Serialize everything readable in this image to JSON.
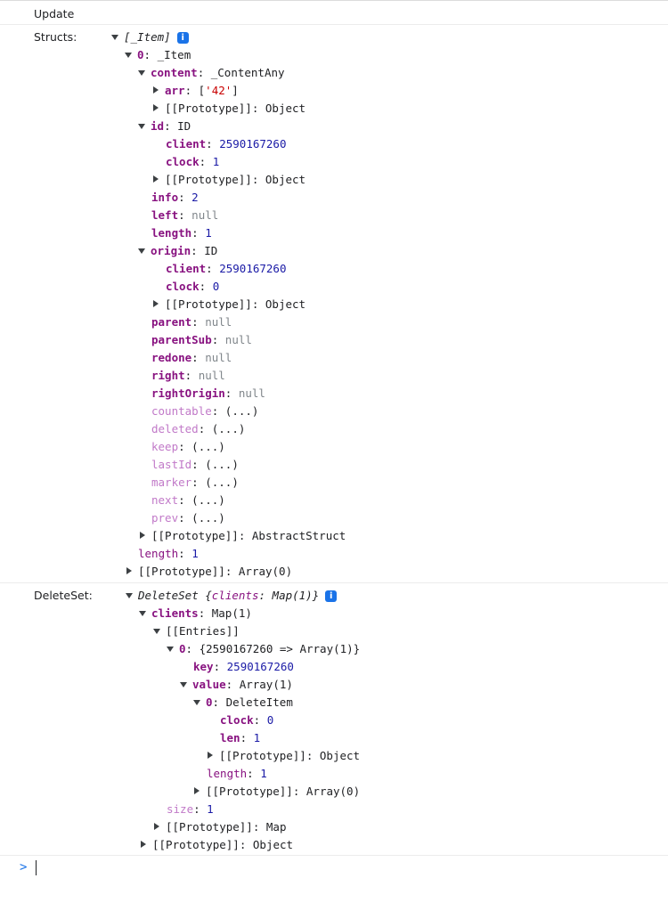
{
  "update_label": "Update",
  "structs": {
    "label": "Structs:",
    "summary": "[_Item]",
    "info_icon": "i",
    "item0": {
      "key": "0",
      "type": "_Item",
      "content": {
        "key": "content",
        "type": "_ContentAny",
        "arr": {
          "key": "arr",
          "open": "[",
          "value": "'42'",
          "close": "]"
        },
        "proto": {
          "key": "[[Prototype]]",
          "value": "Object"
        }
      },
      "id": {
        "key": "id",
        "type": "ID",
        "client": {
          "key": "client",
          "value": "2590167260"
        },
        "clock": {
          "key": "clock",
          "value": "1"
        },
        "proto": {
          "key": "[[Prototype]]",
          "value": "Object"
        }
      },
      "info": {
        "key": "info",
        "value": "2"
      },
      "left": {
        "key": "left",
        "value": "null"
      },
      "length": {
        "key": "length",
        "value": "1"
      },
      "origin": {
        "key": "origin",
        "type": "ID",
        "client": {
          "key": "client",
          "value": "2590167260"
        },
        "clock": {
          "key": "clock",
          "value": "0"
        },
        "proto": {
          "key": "[[Prototype]]",
          "value": "Object"
        }
      },
      "parent": {
        "key": "parent",
        "value": "null"
      },
      "parentSub": {
        "key": "parentSub",
        "value": "null"
      },
      "redone": {
        "key": "redone",
        "value": "null"
      },
      "right": {
        "key": "right",
        "value": "null"
      },
      "rightOrigin": {
        "key": "rightOrigin",
        "value": "null"
      },
      "countable": {
        "key": "countable",
        "value": "(...)"
      },
      "deleted": {
        "key": "deleted",
        "value": "(...)"
      },
      "keep": {
        "key": "keep",
        "value": "(...)"
      },
      "lastId": {
        "key": "lastId",
        "value": "(...)"
      },
      "marker": {
        "key": "marker",
        "value": "(...)"
      },
      "next": {
        "key": "next",
        "value": "(...)"
      },
      "prev": {
        "key": "prev",
        "value": "(...)"
      },
      "proto": {
        "key": "[[Prototype]]",
        "value": "AbstractStruct"
      }
    },
    "length": {
      "key": "length",
      "value": "1"
    },
    "proto": {
      "key": "[[Prototype]]",
      "value": "Array(0)"
    }
  },
  "deleteset": {
    "label": "DeleteSet:",
    "summary_name": "DeleteSet",
    "summary_open": "{",
    "summary_key": "clients",
    "summary_value": "Map(1)",
    "summary_close": "}",
    "info_icon": "i",
    "clients": {
      "key": "clients",
      "type": "Map(1)",
      "entries": {
        "key": "[[Entries]]",
        "entry0": {
          "key": "0",
          "summary": "{2590167260 => Array(1)}",
          "key_row": {
            "key": "key",
            "value": "2590167260"
          },
          "value_row": {
            "key": "value",
            "type": "Array(1)",
            "item0": {
              "key": "0",
              "type": "DeleteItem",
              "clock": {
                "key": "clock",
                "value": "0"
              },
              "len": {
                "key": "len",
                "value": "1"
              },
              "proto": {
                "key": "[[Prototype]]",
                "value": "Object"
              }
            },
            "length": {
              "key": "length",
              "value": "1"
            },
            "proto": {
              "key": "[[Prototype]]",
              "value": "Array(0)"
            }
          }
        }
      },
      "size": {
        "key": "size",
        "value": "1"
      },
      "proto": {
        "key": "[[Prototype]]",
        "value": "Map"
      }
    },
    "proto": {
      "key": "[[Prototype]]",
      "value": "Object"
    }
  },
  "prompt_symbol": ">",
  "colors": {
    "accent": "#1a73e8",
    "key": "#881280",
    "number": "#1a1aa6",
    "string": "#c80000",
    "null": "#80868b",
    "lazy": "#c179c8"
  }
}
